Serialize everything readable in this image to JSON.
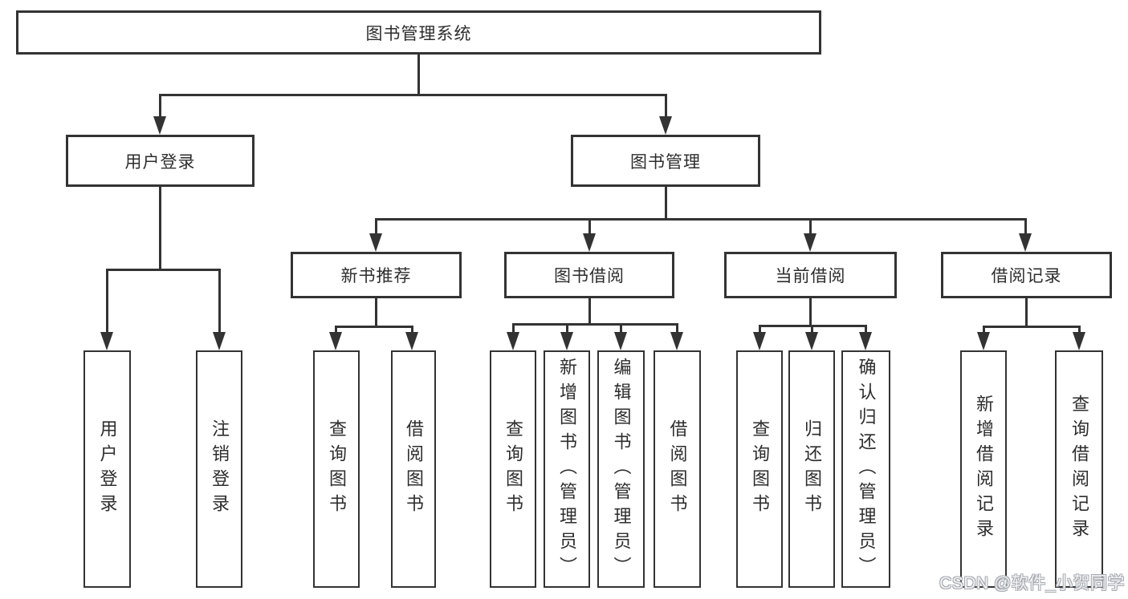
{
  "colors": {
    "line": "#333333",
    "box_border": "#333333",
    "text": "#2d2d2d",
    "background": "#ffffff",
    "watermark_fill": "#f2f3f5",
    "watermark_outline": "#a6aab0"
  },
  "tree": {
    "root": {
      "label": "图书管理系统"
    },
    "user_login": {
      "label": "用户登录",
      "children": {
        "login": {
          "label": "用户登录"
        },
        "logout": {
          "label": "注销登录"
        }
      }
    },
    "book_mgmt": {
      "label": "图书管理",
      "children": {
        "new_book": {
          "label": "新书推荐",
          "children": {
            "query": {
              "label": "查询图书"
            },
            "borrow": {
              "label": "借阅图书"
            }
          }
        },
        "borrowing": {
          "label": "图书借阅",
          "children": {
            "query": {
              "label": "查询图书"
            },
            "add": {
              "label": "新增图书（管理员）"
            },
            "edit": {
              "label": "编辑图书（管理员）"
            },
            "borrow": {
              "label": "借阅图书"
            }
          }
        },
        "current": {
          "label": "当前借阅",
          "children": {
            "query": {
              "label": "查询图书"
            },
            "return": {
              "label": "归还图书"
            },
            "confirm": {
              "label": "确认归还（管理员）"
            }
          }
        },
        "records": {
          "label": "借阅记录",
          "children": {
            "add": {
              "label": "新增借阅记录"
            },
            "query": {
              "label": "查询借阅记录"
            }
          }
        }
      }
    }
  },
  "watermark": {
    "text": "CSDN @软件_小贺同学"
  }
}
